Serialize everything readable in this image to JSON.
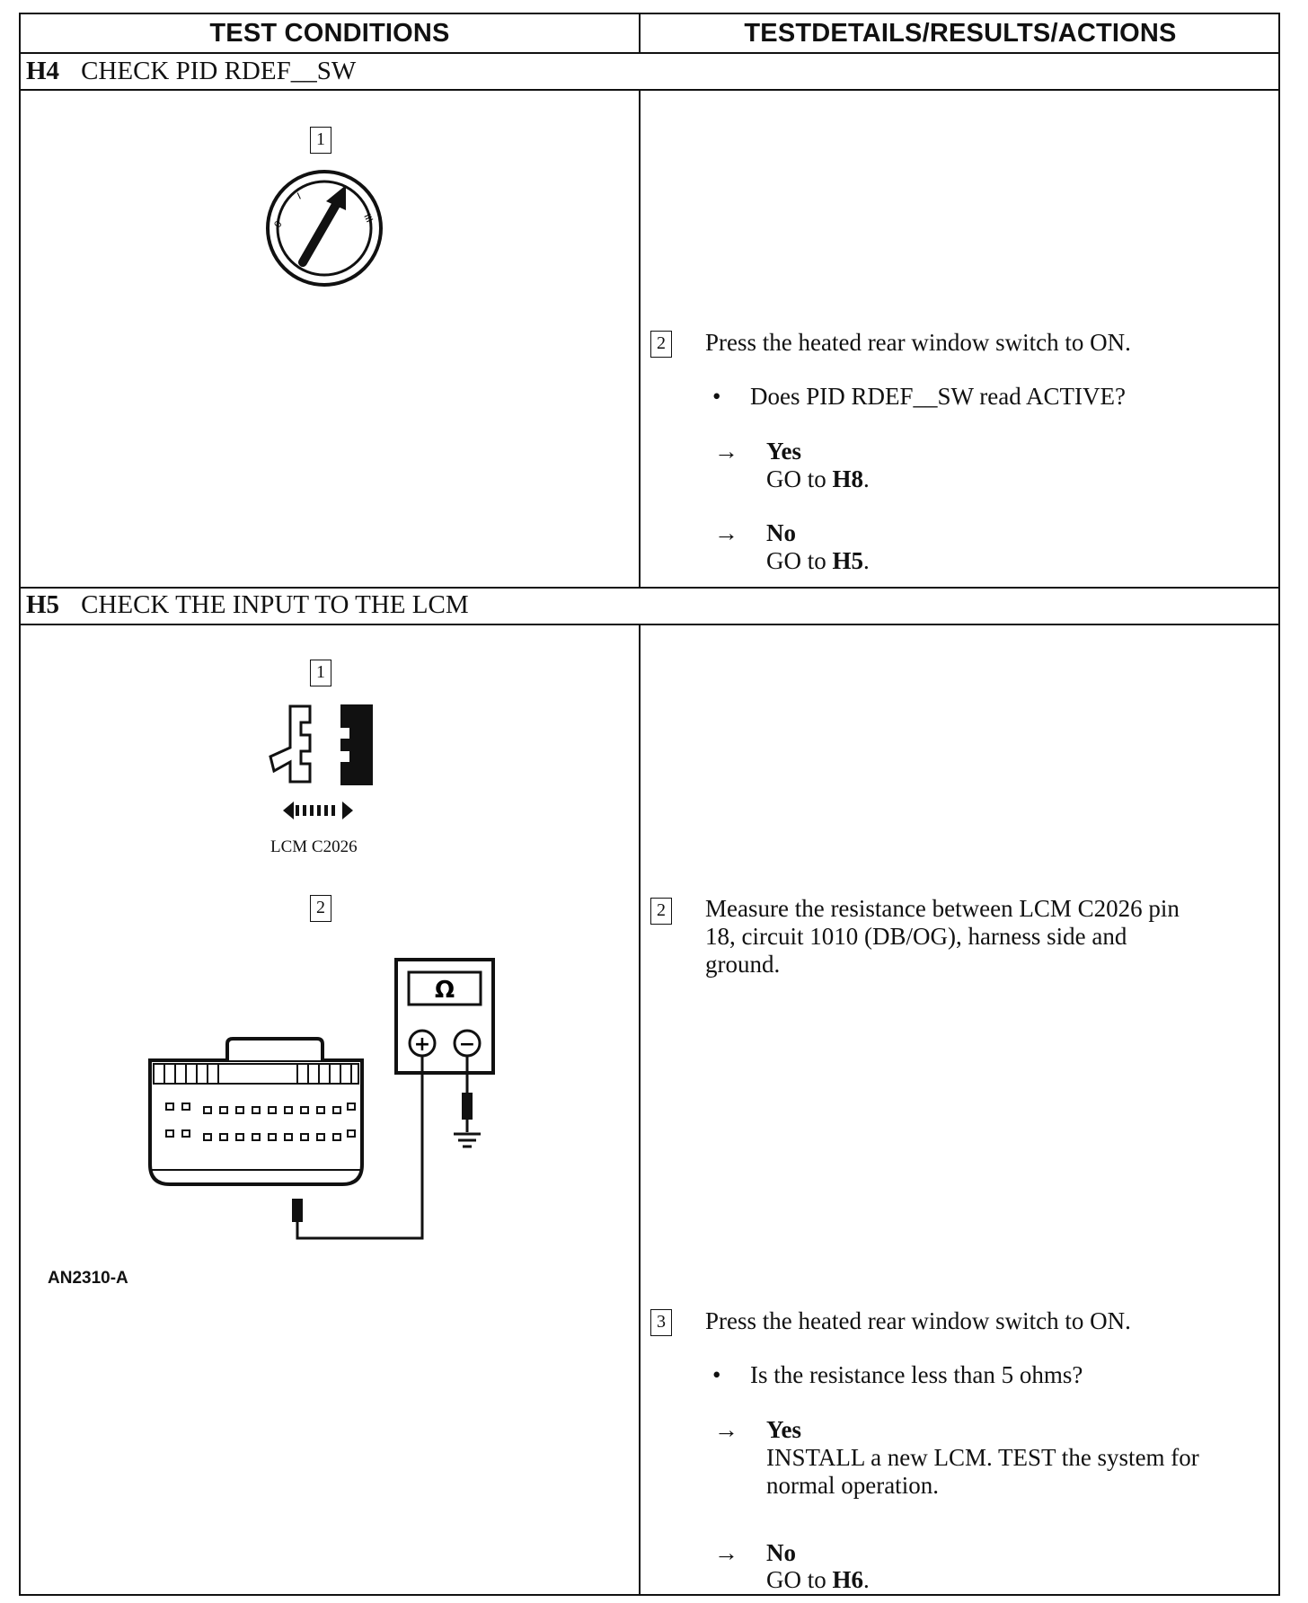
{
  "table": {
    "col_left_header": "TEST CONDITIONS",
    "col_right_header": "TESTDETAILS/RESULTS/ACTIONS"
  },
  "h4": {
    "code": "H4",
    "title": "CHECK PID RDEF__SW",
    "step1_num": "1",
    "ignition_labels": [
      "0",
      "I",
      "II",
      "III"
    ],
    "step2_num": "2",
    "step2_text": "Press the heated rear window switch to ON.",
    "question": "Does PID RDEF__SW read ACTIVE?",
    "yes_label": "Yes",
    "yes_action_prefix": "GO to ",
    "yes_action_target": "H8",
    "yes_action_suffix": ".",
    "no_label": "No",
    "no_action_prefix": "GO to ",
    "no_action_target": "H5",
    "no_action_suffix": "."
  },
  "h5": {
    "code": "H5",
    "title": "CHECK THE INPUT TO THE LCM",
    "step1_num": "1",
    "connector_caption": "LCM C2026",
    "step2_left_num": "2",
    "meter_symbol": "Ω",
    "meter_plus": "+",
    "meter_minus": "−",
    "figure_code": "AN2310-A",
    "step2_num": "2",
    "step2_text_line1": "Measure the resistance between LCM C2026 pin",
    "step2_text_line2": "18, circuit 1010 (DB/OG), harness side and",
    "step2_text_line3": "ground.",
    "step3_num": "3",
    "step3_text": "Press the heated rear window switch to ON.",
    "question": "Is the resistance less than 5 ohms?",
    "yes_label": "Yes",
    "yes_action_line1": "INSTALL a new LCM. TEST the system for",
    "yes_action_line2": "normal operation.",
    "no_label": "No",
    "no_action_prefix": "GO to ",
    "no_action_target": "H6",
    "no_action_suffix": "."
  }
}
